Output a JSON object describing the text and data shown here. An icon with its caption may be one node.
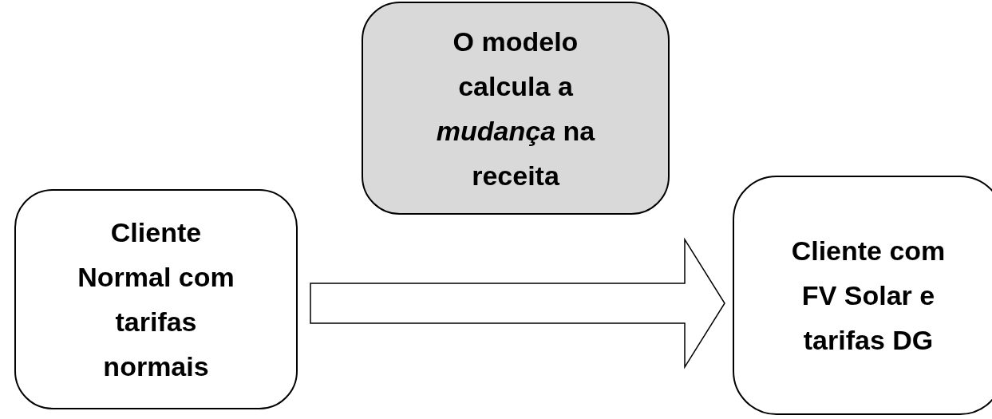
{
  "diagram": {
    "nodes": [
      {
        "text": [
          "Cliente Normal com tarifas normais"
        ]
      },
      {
        "text": [
          "O modelo calcula a *mudança*  na receita"
        ]
      },
      {
        "text": [
          "Cliente com FV Solar e tarifas DG"
        ]
      }
    ],
    "edges": [
      {
        "from": 0,
        "to": 2,
        "arrow": "to"
      }
    ]
  }
}
